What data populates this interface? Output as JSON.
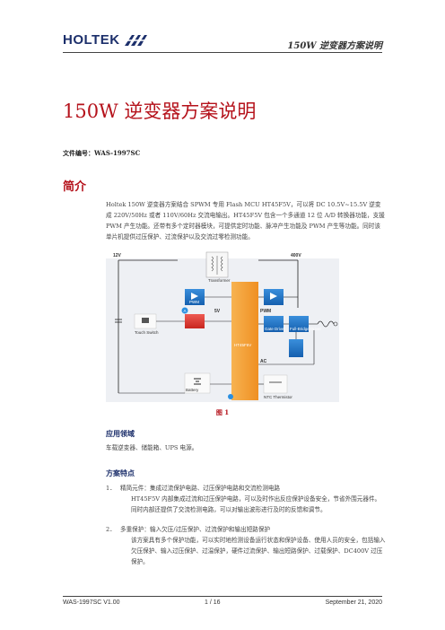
{
  "header": {
    "brand": "HOLTEK",
    "running_title": "150W 逆变器方案说明"
  },
  "title": "150W 逆变器方案说明",
  "doc_number": "文件编号：WAS-1997SC",
  "intro": {
    "heading": "简介",
    "text": "Holtek 150W 逆变器方案结合 SPWM 专用 Flash MCU HT45F5V，可以将 DC 10.5V~15.5V 逆变成 220V/50Hz 或者 110V/60Hz 交流电输出。HT45F5V 包含一个多通道 12 位 A/D 转换器功能，支援 PWM 产生功能。还带有多个定时器模块，可提供定时功能、脉冲产生功能及 PWM 产生等功能。同时该单片机提供过压保护、过流保护以及交流过零检测功能。"
  },
  "diagram": {
    "labels": {
      "v12": "12V",
      "v400": "400V",
      "v5": "5V",
      "transformer": "Transformer",
      "pwm": "PWM",
      "mcu": "HT45F5V",
      "gate_driver": "Gate Driver",
      "full_bridge": "Full-Bridge\nDriver",
      "touch_switch": "Touch Switch",
      "ac": "AC",
      "ntc": "NTC\nThermistor",
      "battery": "Battery",
      "badge_a": "A"
    }
  },
  "figure_caption": "图 1",
  "applications": {
    "heading": "应用领域",
    "text": "车载逆变器、储能箱、UPS 电源。"
  },
  "features": {
    "heading": "方案特点",
    "items": [
      {
        "num": "1．",
        "head": "精简元件：集成过流保护电路、过压保护电路和交流检测电路",
        "body": "HT45F5V 内部集成过流和过压保护电路，可以及时作出反应保护设备安全，节省外围元器件。同时内部还提供了交流检测电路，可以对输出波形进行及时的反馈和调节。"
      },
      {
        "num": "2．",
        "head": "多重保护：输入欠压/过压保护、过流保护和输出短路保护",
        "body": "该方案具有多个保护功能，可以实时地检测设备运行状态和保护设备、使用人员的安全，包括输入欠压保护、输入过压保护、过温保护，硬件过流保护、输出短路保护、过载保护、DC400V 过压保护。"
      }
    ]
  },
  "footer": {
    "left": "WAS-1997SC   V1.00",
    "center": "1 / 16",
    "right": "September 21, 2020"
  },
  "colors": {
    "title_red": "#b5121b",
    "brand_blue": "#1c2f6b",
    "mcu_orange": "#f5a03a",
    "block_blue": "#1e73c8"
  }
}
